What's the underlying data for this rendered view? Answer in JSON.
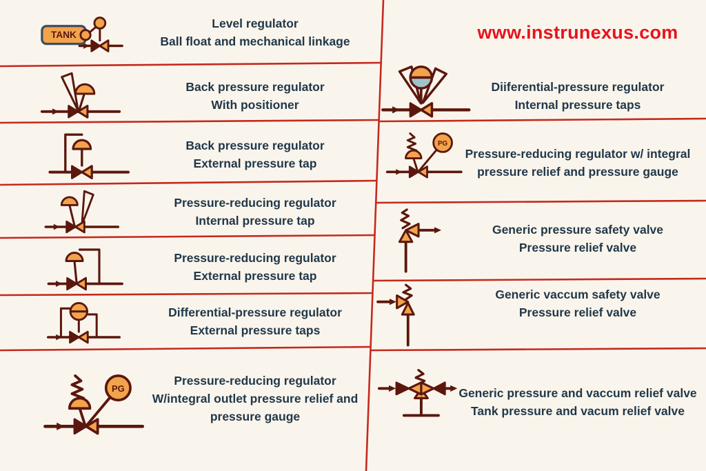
{
  "website": {
    "url": "www.instrunexus.com"
  },
  "symbol_labels": {
    "tank": "TANK",
    "pg_left": "PG",
    "pg_right": "PG"
  },
  "colors": {
    "background": "#faf5ec",
    "divider_red": "#c5291e",
    "website_red": "#e8131d",
    "text_navy": "#21384a",
    "symbol_dark": "#5b170e",
    "symbol_orange": "#f2a44c",
    "symbol_blue": "#9fc3c8",
    "tank_border": "#3e4e60"
  },
  "left_rows": [
    {
      "icon": "level-regulator-symbol",
      "title": "Level regulator",
      "subtitle": "Ball float and mechanical linkage"
    },
    {
      "icon": "back-pressure-regulator-positioner-symbol",
      "title": "Back pressure regulator",
      "subtitle": "With positioner"
    },
    {
      "icon": "back-pressure-regulator-external-tap-symbol",
      "title": "Back pressure regulator",
      "subtitle": "External pressure tap"
    },
    {
      "icon": "pressure-reducing-regulator-internal-tap-symbol",
      "title": "Pressure-reducing regulator",
      "subtitle": "Internal pressure tap"
    },
    {
      "icon": "pressure-reducing-regulator-external-tap-symbol",
      "title": "Pressure-reducing regulator",
      "subtitle": "External pressure tap"
    },
    {
      "icon": "differential-pressure-regulator-external-taps-symbol",
      "title": "Differential-pressure regulator",
      "subtitle": "External pressure taps"
    },
    {
      "icon": "pressure-reducing-regulator-relief-gauge-symbol",
      "title": "Pressure-reducing regulator",
      "subtitle": "W/integral outlet pressure relief and pressure gauge"
    }
  ],
  "right_rows": [
    {
      "icon": "differential-pressure-regulator-internal-taps-symbol",
      "title": "Diiferential-pressure regulator",
      "subtitle": "Internal pressure taps"
    },
    {
      "icon": "pressure-reducing-regulator-relief-gauge-symbol",
      "title": "Pressure-reducing regulator w/ integral pressure relief and pressure gauge",
      "subtitle": ""
    },
    {
      "icon": "generic-pressure-safety-valve-symbol",
      "title": "Generic pressure safety valve",
      "subtitle": "Pressure relief valve"
    },
    {
      "icon": "generic-vacuum-safety-valve-symbol",
      "title": "Generic vaccum safety valve",
      "subtitle": "Pressure relief valve"
    },
    {
      "icon": "generic-pressure-vacuum-relief-valve-symbol",
      "title": "Generic pressure and vaccum relief valve",
      "subtitle": "Tank pressure and vacum relief valve"
    }
  ]
}
